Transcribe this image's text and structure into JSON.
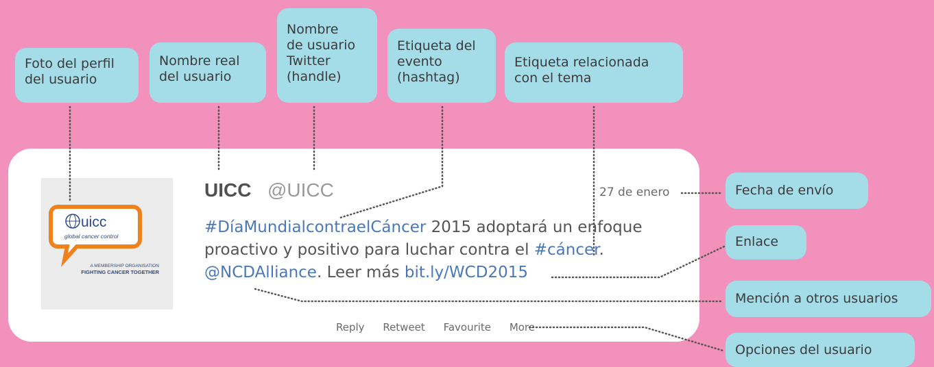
{
  "labels": {
    "profile_photo": "Foto del perfil\ndel usuario",
    "real_name": "Nombre real\ndel usuario",
    "username": "Nombre\nde usuario\nTwitter\n(handle)",
    "event_tag": "Etiqueta del\nevento\n(hashtag)",
    "related_tag": "Etiqueta relacionada\ncon el tema",
    "send_date": "Fecha de envío",
    "link": "Enlace",
    "mention": "Mención a otros usuarios",
    "user_options": "Opciones del usuario"
  },
  "tweet": {
    "name": "UICC",
    "handle": "@UICC",
    "date": "27 de enero",
    "hashtag_event": "#DíaMundialcontraelCáncer",
    "text_1": " 2015 adoptará un enfoque proactivo y positivo para luchar contra el ",
    "hashtag_topic": "#cáncer",
    "text_2": ". ",
    "mention": "@NCDAlliance",
    "text_3": ". Leer más ",
    "link": "bit.ly/WCD2015"
  },
  "actions": {
    "reply": "Reply",
    "retweet": "Retweet",
    "favourite": "Favourite",
    "more": "More"
  },
  "logo": {
    "brand": "uicc",
    "tagline": "global cancer control",
    "org_line1": "A MEMBERSHIP ORGANISATION",
    "org_line2": "FIGHTING CANCER TOGETHER"
  },
  "colors": {
    "background": "#f291bb",
    "label_fill": "#a4dce8",
    "link_blue": "#4a78b8",
    "logo_orange": "#f0821e"
  }
}
